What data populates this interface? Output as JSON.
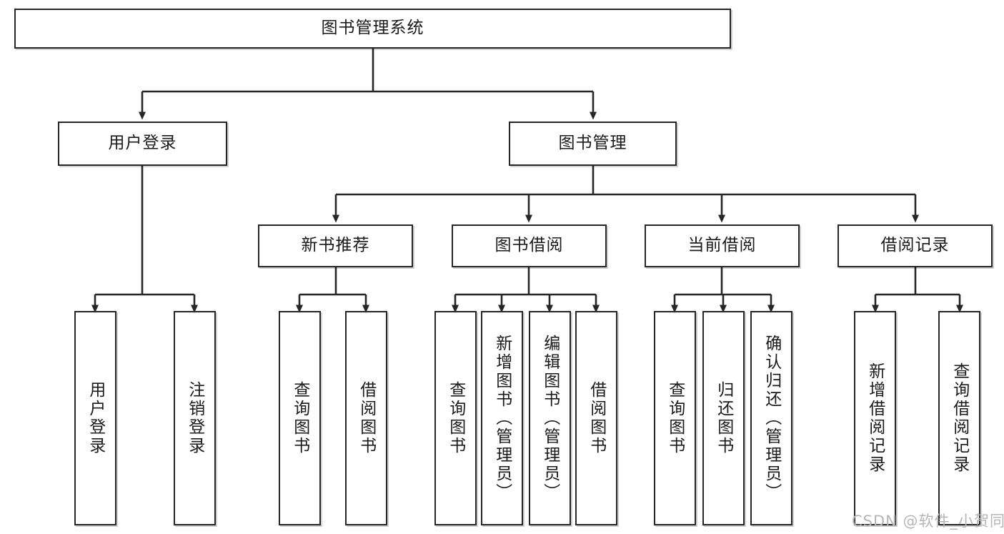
{
  "diagram": {
    "title_box": {
      "label": "图书管理系统"
    },
    "level2": [
      {
        "id": "user-login",
        "label": "用户登录"
      },
      {
        "id": "book-manage",
        "label": "图书管理"
      }
    ],
    "level3": [
      {
        "id": "new-book-recommend",
        "label": "新书推荐"
      },
      {
        "id": "book-borrow",
        "label": "图书借阅"
      },
      {
        "id": "current-borrow",
        "label": "当前借阅"
      },
      {
        "id": "borrow-record",
        "label": "借阅记录"
      }
    ],
    "leaves": [
      {
        "id": "leaf-user-login",
        "label": "用户登录",
        "parent": "user-login"
      },
      {
        "id": "leaf-logout",
        "label": "注销登录",
        "parent": "user-login"
      },
      {
        "id": "leaf-query-book-1",
        "label": "查询图书",
        "parent": "new-book-recommend"
      },
      {
        "id": "leaf-borrow-book-1",
        "label": "借阅图书",
        "parent": "new-book-recommend"
      },
      {
        "id": "leaf-query-book-2",
        "label": "查询图书",
        "parent": "book-borrow"
      },
      {
        "id": "leaf-add-book",
        "label": "新增图书（管理员）",
        "parent": "book-borrow"
      },
      {
        "id": "leaf-edit-book",
        "label": "编辑图书（管理员）",
        "parent": "book-borrow"
      },
      {
        "id": "leaf-borrow-book-2",
        "label": "借阅图书",
        "parent": "book-borrow"
      },
      {
        "id": "leaf-query-book-3",
        "label": "查询图书",
        "parent": "current-borrow"
      },
      {
        "id": "leaf-return-book",
        "label": "归还图书",
        "parent": "current-borrow"
      },
      {
        "id": "leaf-confirm-return",
        "label": "确认归还（管理员）",
        "parent": "current-borrow"
      },
      {
        "id": "leaf-add-record",
        "label": "新增借阅记录",
        "parent": "borrow-record"
      },
      {
        "id": "leaf-query-record",
        "label": "查询借阅记录",
        "parent": "borrow-record"
      }
    ],
    "watermark": "CSDN @软件_小贺同学",
    "colors": {
      "border": "#262626",
      "background": "#ffffff",
      "text": "#1a1a1a",
      "watermark": "#b6b6b6"
    }
  }
}
